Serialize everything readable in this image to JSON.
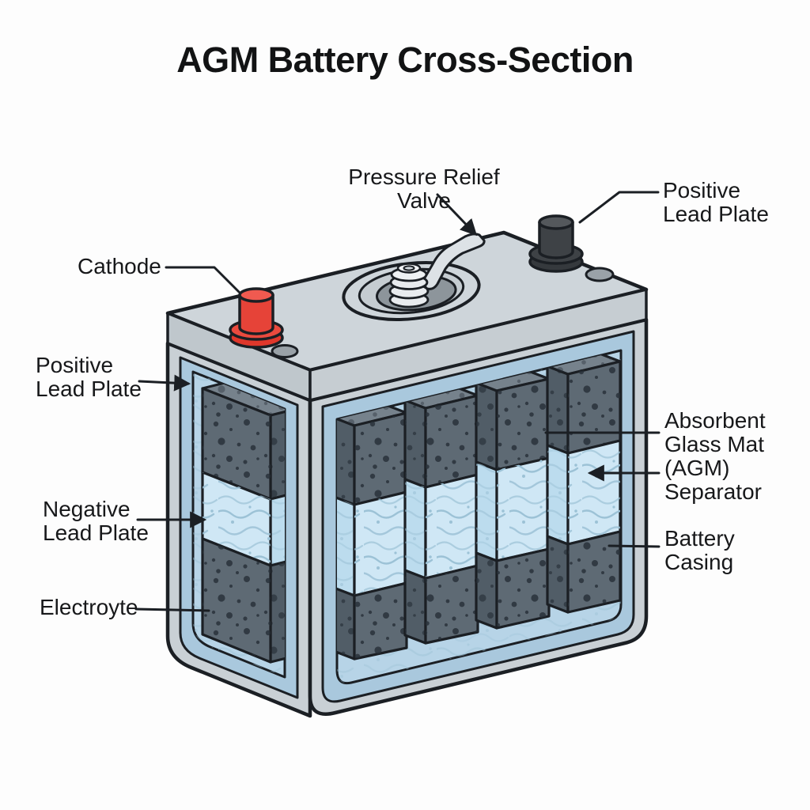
{
  "title": "AGM Battery Cross-Section",
  "labels": {
    "pressure_relief_valve": "Pressure Relief Valve",
    "positive_lead_plate_top": "Positive\nLead Plate",
    "cathode": "Cathode",
    "positive_lead_plate_left": "Positive\nLead Plate",
    "negative_lead_plate": "Negative\nLead Plate",
    "electrolyte": "Electroyte",
    "agm_separator": "Absorbent\nGlass Mat\n(AGM)\nSeparator",
    "battery_casing": "Battery\nCasing"
  },
  "colors": {
    "outline": "#1b1f24",
    "casing_gray": "#c9d0d5",
    "lid_gray": "#ced5da",
    "casing_inner_blue": "#a9c8dd",
    "electrolyte_blue": "#b7d4e7",
    "separator_blue": "#cfe7f5",
    "wave_stroke": "#9cc2d6",
    "plate_front_gray": "#5e6a74",
    "plate_side_gray": "#515d67",
    "plate_top_gray": "#76828c",
    "speckle_dark": "#272f38",
    "terminal_red": "#e64338",
    "terminal_black": "#3e4246"
  }
}
